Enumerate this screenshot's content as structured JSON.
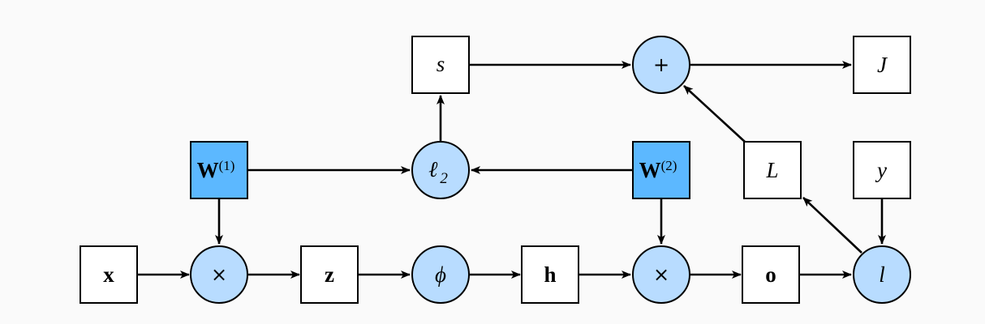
{
  "nodes": {
    "x": "x",
    "mul1": "×",
    "z": "z",
    "phi": "ϕ",
    "h": "h",
    "mul2": "×",
    "o": "o",
    "l": "l",
    "W1": {
      "base": "W",
      "sup": "(1)"
    },
    "l2": {
      "base": "ℓ",
      "sub": "2"
    },
    "W2": {
      "base": "W",
      "sup": "(2)"
    },
    "L": "L",
    "y": "y",
    "s": "s",
    "plus": "+",
    "J": "J"
  },
  "colors": {
    "parameter_fill": "#5cb8ff",
    "operator_fill": "#b8dcff",
    "variable_fill": "#ffffff",
    "stroke": "#000000",
    "background": "#fafafa"
  }
}
